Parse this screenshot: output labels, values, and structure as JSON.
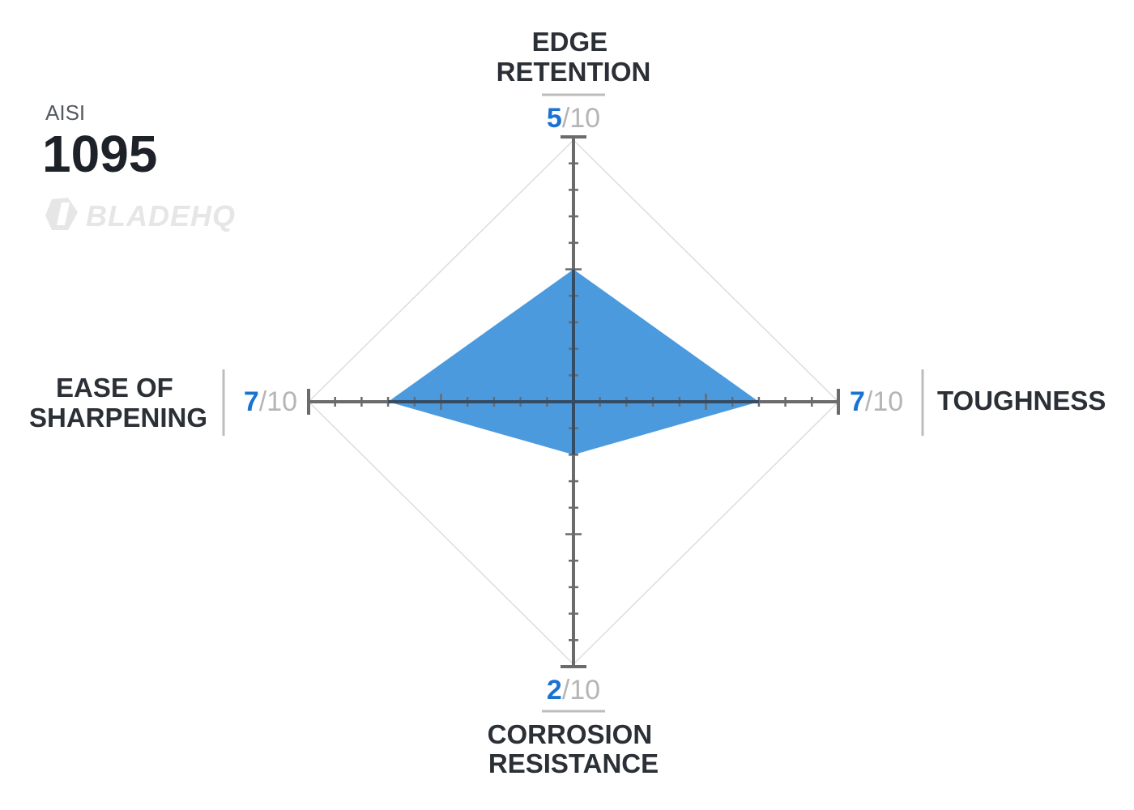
{
  "header": {
    "prefix": "AISI",
    "steel": "1095"
  },
  "brand": {
    "name": "BLADEHQ"
  },
  "colors": {
    "fill": "#4c9ade",
    "value": "#1a73d0",
    "max": "#b5b5b5",
    "axis": "#6b6b6b",
    "grid": "#dddddd"
  },
  "chart_data": {
    "type": "radar",
    "max": 10,
    "axes": [
      {
        "key": "top",
        "label_lines": [
          "EDGE",
          "RETENTION"
        ],
        "value": 5,
        "value_text": "5",
        "max_text": "/10"
      },
      {
        "key": "right",
        "label_lines": [
          "TOUGHNESS"
        ],
        "value": 7,
        "value_text": "7",
        "max_text": "/10"
      },
      {
        "key": "bottom",
        "label_lines": [
          "CORROSION",
          "RESISTANCE"
        ],
        "value": 2,
        "value_text": "2",
        "max_text": "/10"
      },
      {
        "key": "left",
        "label_lines": [
          "EASE OF",
          "SHARPENING"
        ],
        "value": 7,
        "value_text": "7",
        "max_text": "/10"
      }
    ]
  }
}
